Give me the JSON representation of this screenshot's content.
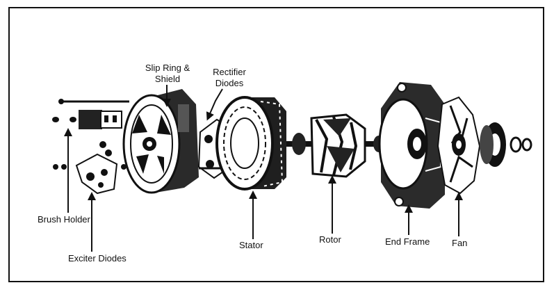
{
  "labels": {
    "slip_ring_line1": "Slip Ring &",
    "slip_ring_line2": "Shield",
    "rectifier_line1": "Rectifier",
    "rectifier_line2": "Diodes",
    "brush_holder": "Brush Holder",
    "exciter_diodes": "Exciter Diodes",
    "stator": "Stator",
    "rotor": "Rotor",
    "end_frame": "End Frame",
    "fan": "Fan"
  },
  "colors": {
    "ink": "#111111",
    "paper": "#ffffff"
  }
}
